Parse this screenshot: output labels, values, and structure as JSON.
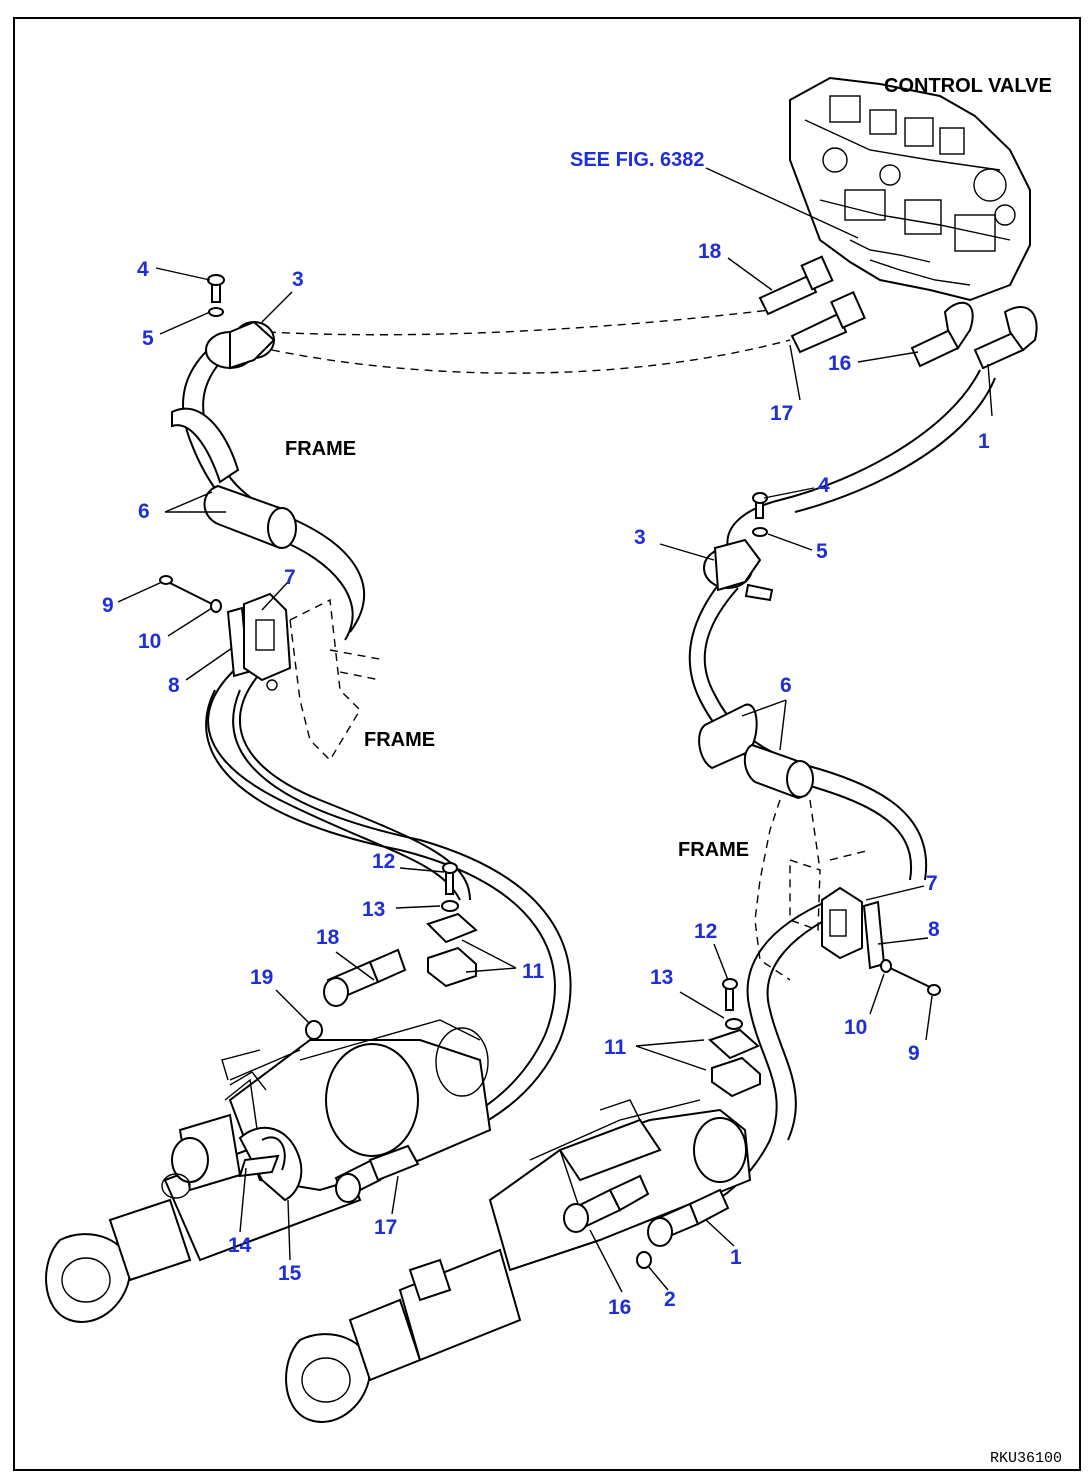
{
  "labels": {
    "control_valve": "CONTROL VALVE",
    "see_fig": "SEE FIG. 6382",
    "frame": "FRAME",
    "drawing_code": "RKU36100"
  },
  "callouts": {
    "l1": "1",
    "l2": "2",
    "l3": "3",
    "l4": "4",
    "l5": "5",
    "l6": "6",
    "l7": "7",
    "l8": "8",
    "l9": "9",
    "l10": "10",
    "l11": "11",
    "l12": "12",
    "l13": "13",
    "l14": "14",
    "l15": "15",
    "l16": "16",
    "l17": "17",
    "l18": "18",
    "l19": "19"
  },
  "colors": {
    "callout": "#1f2fd6",
    "line": "#000000",
    "background": "#ffffff"
  }
}
